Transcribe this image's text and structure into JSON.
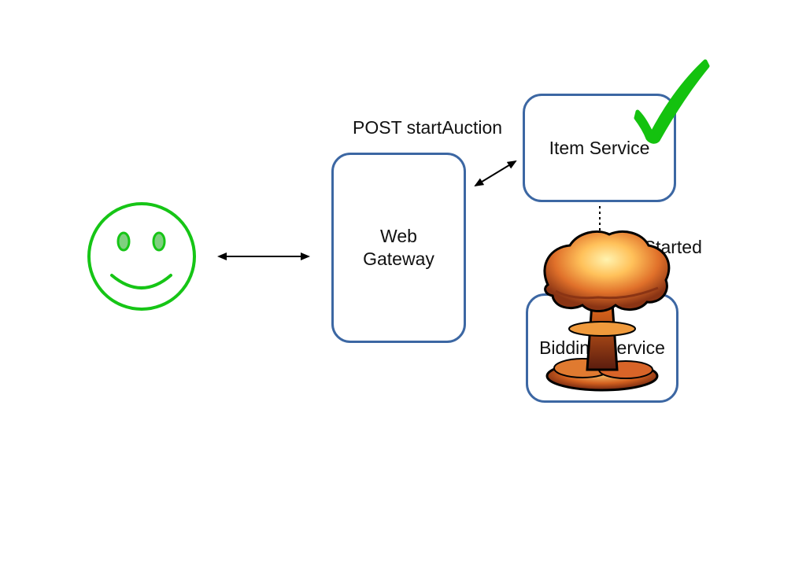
{
  "nodes": {
    "web_gateway": {
      "line1": "Web",
      "line2": "Gateway"
    },
    "item_service": {
      "label": "Item Service"
    },
    "bidding_service": {
      "label": "Bidding Service"
    }
  },
  "edges": {
    "post_label": "POST startAuction",
    "event_label": "AuctionStarted"
  },
  "icons": {
    "user": "smiley-face-icon",
    "success": "checkmark-icon",
    "failure": "mushroom-cloud-explosion-icon"
  },
  "colors": {
    "box_border": "#3c67a3",
    "smiley": "#16c516",
    "check": "#14c20f",
    "explosion_top": "#ffd27a",
    "explosion_dark": "#7a2a10"
  }
}
